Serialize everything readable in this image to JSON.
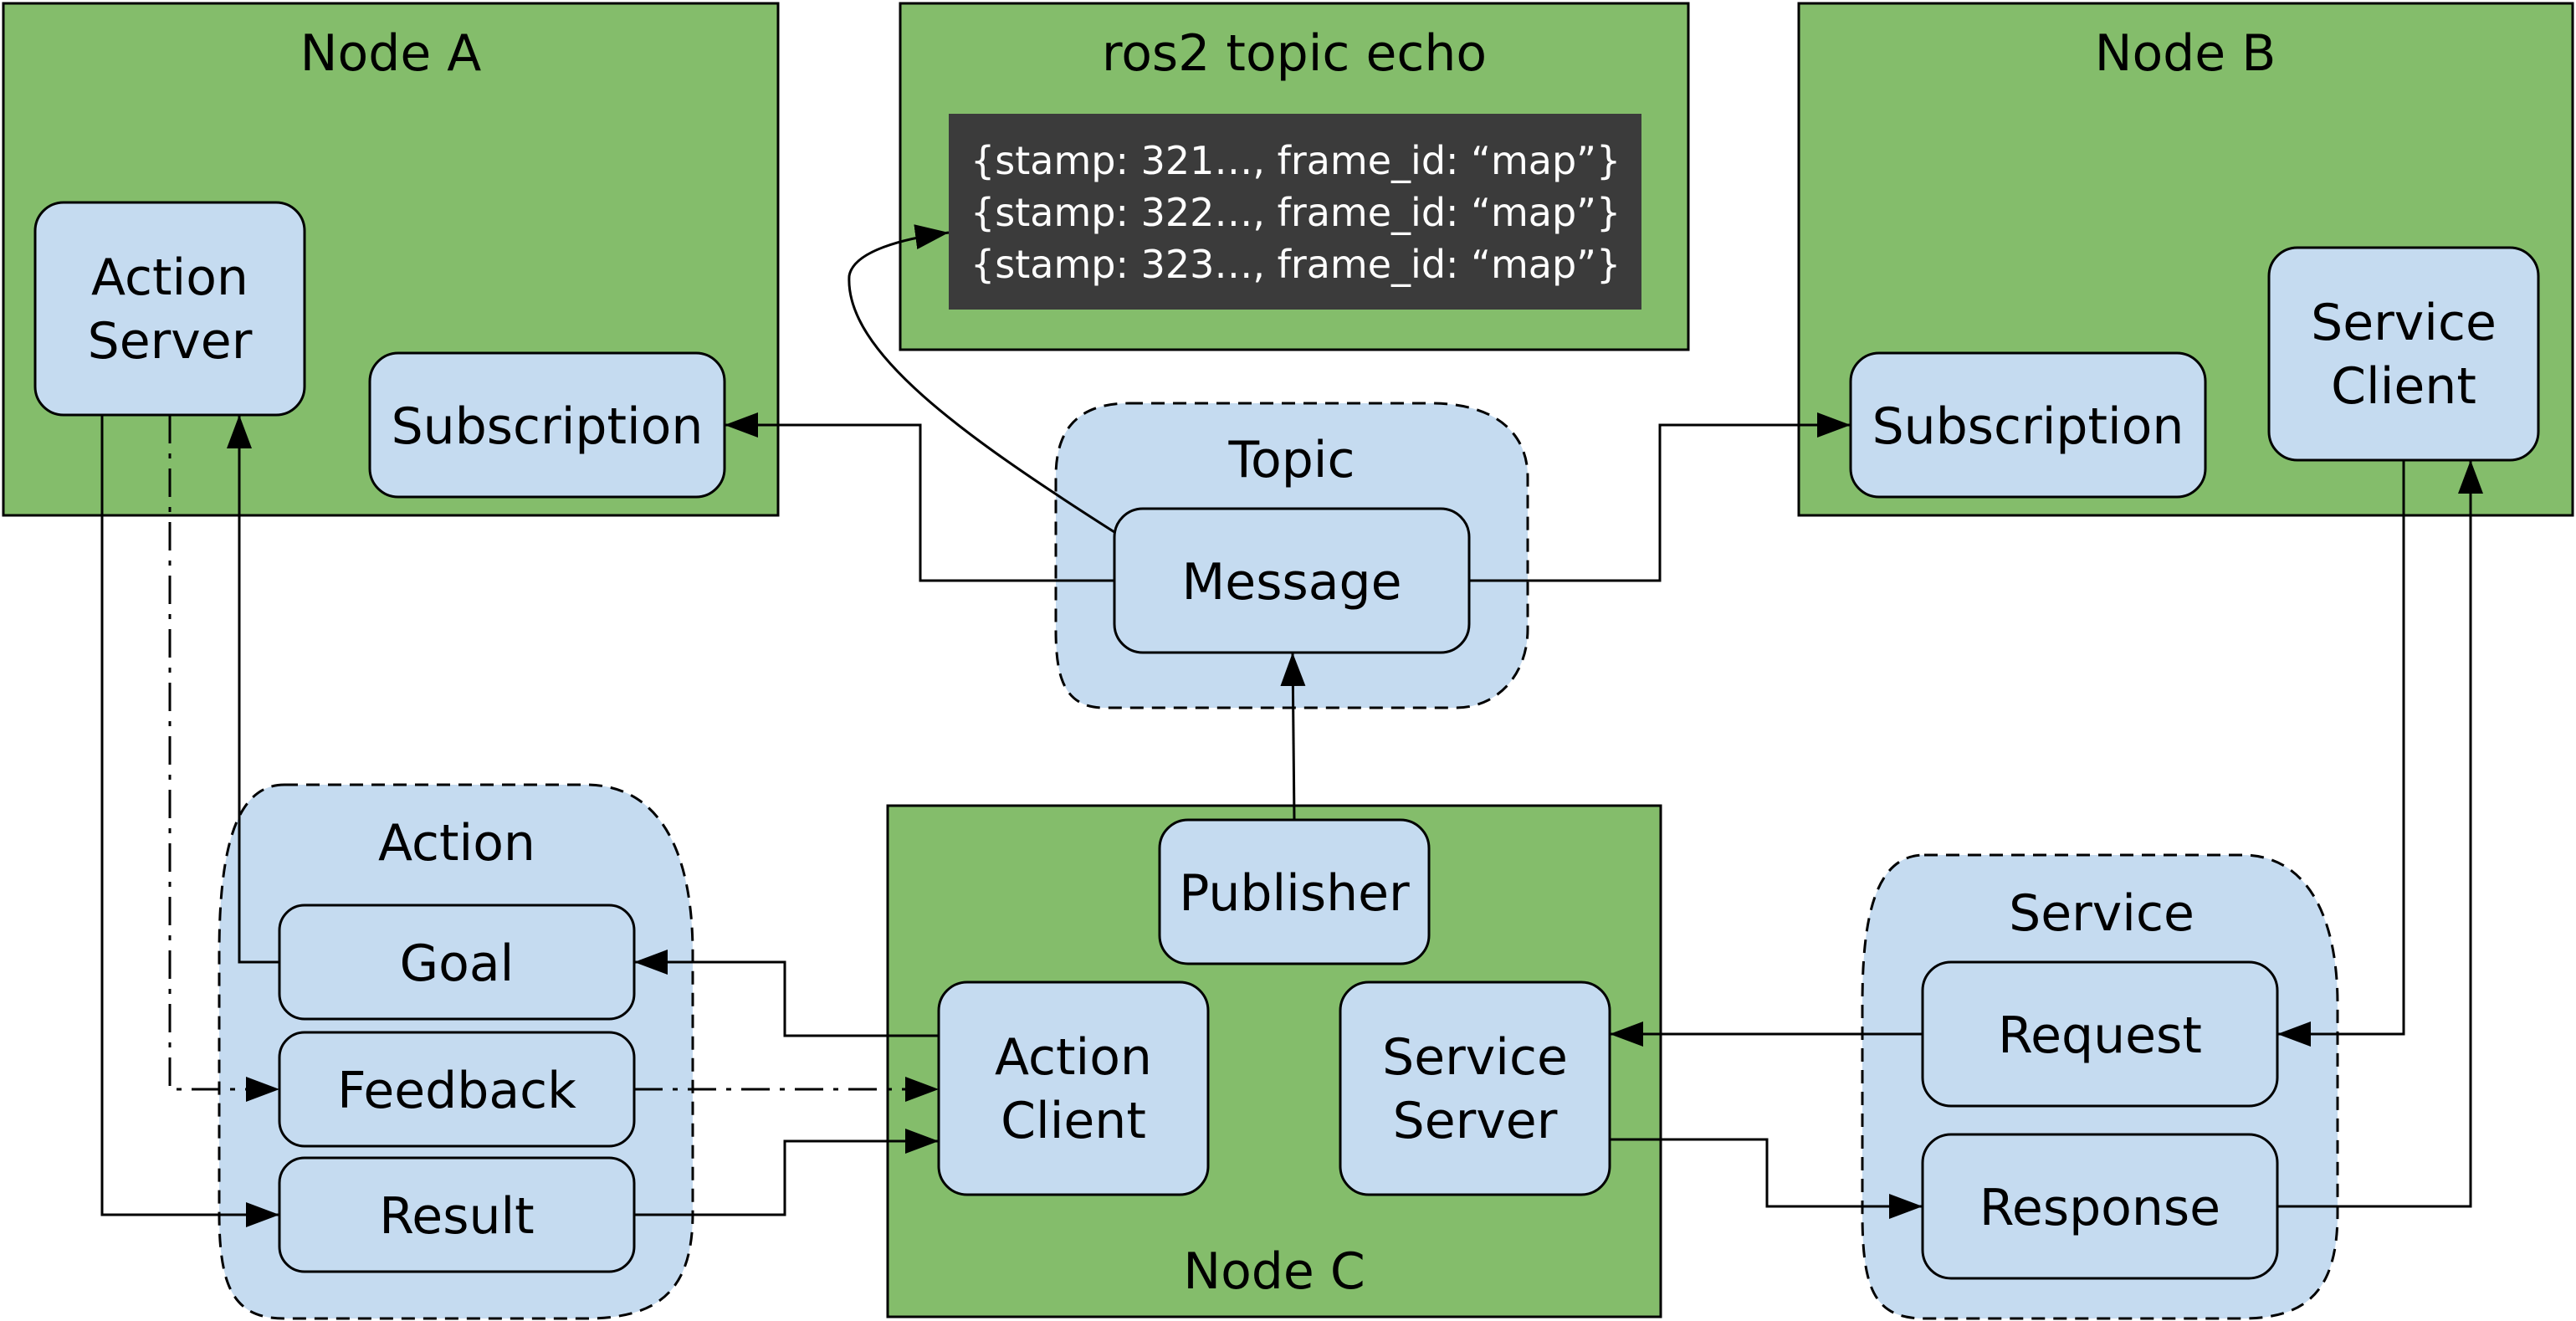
{
  "nodes": {
    "node_a": "Node A",
    "node_b": "Node B",
    "node_c": "Node C",
    "echo": "ros2 topic echo"
  },
  "components": {
    "action_server": [
      "Action",
      "Server"
    ],
    "subscription_a": "Subscription",
    "subscription_b": "Subscription",
    "service_client": [
      "Service",
      "Client"
    ],
    "publisher": "Publisher",
    "action_client": [
      "Action",
      "Client"
    ],
    "service_server": [
      "Service",
      "Server"
    ]
  },
  "topic": {
    "title": "Topic",
    "message": "Message"
  },
  "action": {
    "title": "Action",
    "goal": "Goal",
    "feedback": "Feedback",
    "result": "Result"
  },
  "service": {
    "title": "Service",
    "request": "Request",
    "response": "Response"
  },
  "echo_output": [
    "{stamp: 321…, frame_id: “map”}",
    "{stamp: 322…, frame_id: “map”}",
    "{stamp: 323…, frame_id: “map”}"
  ],
  "colors": {
    "node_fill": "#84bd6b",
    "component_fill": "#c5dbf0",
    "terminal_fill": "#3b3b3b"
  }
}
